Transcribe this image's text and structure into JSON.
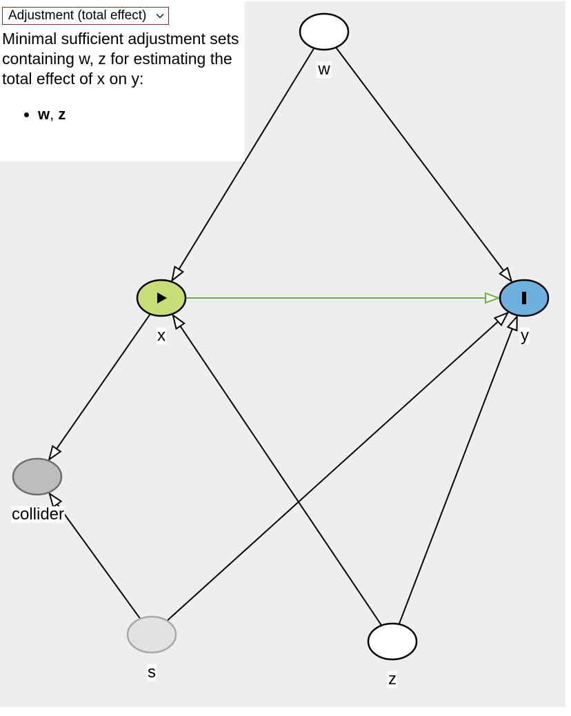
{
  "panel": {
    "mode_label": "Adjustment (total effect)",
    "description": "Minimal sufficient adjustment sets containing w, z for estimating the total effect of x on y:",
    "sets": [
      {
        "items": [
          "w",
          "z"
        ],
        "separator": ", "
      }
    ]
  },
  "colors": {
    "canvas_bg": "#eeeeee",
    "exposure": "#c8dc78",
    "outcome": "#6fb0e0",
    "adjusted": "#ffffff",
    "collider": "#bdbdbd",
    "other": "#e2e2e2",
    "causal_path": "#6fae4a",
    "edge": "#000000"
  },
  "nodes": [
    {
      "id": "w",
      "label": "w",
      "role": "adjusted"
    },
    {
      "id": "x",
      "label": "x",
      "role": "exposure",
      "icon": "play-icon"
    },
    {
      "id": "y",
      "label": "y",
      "role": "outcome",
      "icon": "bar-icon"
    },
    {
      "id": "collider",
      "label": "collider",
      "role": "collider"
    },
    {
      "id": "s",
      "label": "s",
      "role": "other"
    },
    {
      "id": "z",
      "label": "z",
      "role": "adjusted"
    }
  ],
  "edges": [
    {
      "from": "w",
      "to": "x",
      "causal": false
    },
    {
      "from": "w",
      "to": "y",
      "causal": false
    },
    {
      "from": "x",
      "to": "y",
      "causal": true
    },
    {
      "from": "x",
      "to": "collider",
      "causal": false
    },
    {
      "from": "s",
      "to": "collider",
      "causal": false
    },
    {
      "from": "s",
      "to": "y",
      "causal": false
    },
    {
      "from": "z",
      "to": "x",
      "causal": false
    },
    {
      "from": "z",
      "to": "y",
      "causal": false
    }
  ]
}
